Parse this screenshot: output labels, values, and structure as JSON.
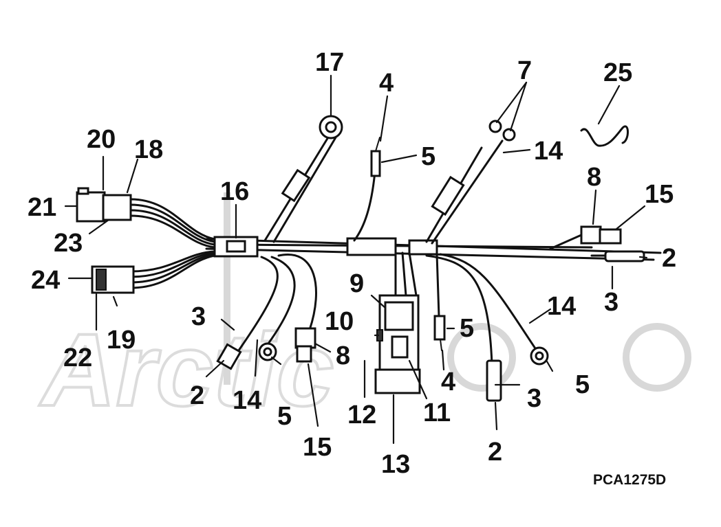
{
  "diagram": {
    "callouts": [
      {
        "id": "c17",
        "text": "17"
      },
      {
        "id": "c4a",
        "text": "4"
      },
      {
        "id": "c7",
        "text": "7"
      },
      {
        "id": "c25",
        "text": "25"
      },
      {
        "id": "c20",
        "text": "20"
      },
      {
        "id": "c18",
        "text": "18"
      },
      {
        "id": "c5a",
        "text": "5"
      },
      {
        "id": "c14a",
        "text": "14"
      },
      {
        "id": "c21",
        "text": "21"
      },
      {
        "id": "c16",
        "text": "16"
      },
      {
        "id": "c8a",
        "text": "8"
      },
      {
        "id": "c15a",
        "text": "15"
      },
      {
        "id": "c23",
        "text": "23"
      },
      {
        "id": "c2a",
        "text": "2"
      },
      {
        "id": "c24",
        "text": "24"
      },
      {
        "id": "c3a",
        "text": "3"
      },
      {
        "id": "c9",
        "text": "9"
      },
      {
        "id": "c14b",
        "text": "14"
      },
      {
        "id": "c3b",
        "text": "3"
      },
      {
        "id": "c10",
        "text": "10"
      },
      {
        "id": "c5b",
        "text": "5"
      },
      {
        "id": "c19",
        "text": "19"
      },
      {
        "id": "c8b",
        "text": "8"
      },
      {
        "id": "c22",
        "text": "22"
      },
      {
        "id": "c4b",
        "text": "4"
      },
      {
        "id": "c5c",
        "text": "5"
      },
      {
        "id": "c2b",
        "text": "2"
      },
      {
        "id": "c14c",
        "text": "14"
      },
      {
        "id": "c3c",
        "text": "3"
      },
      {
        "id": "c5d",
        "text": "5"
      },
      {
        "id": "c11",
        "text": "11"
      },
      {
        "id": "c12",
        "text": "12"
      },
      {
        "id": "c15b",
        "text": "15"
      },
      {
        "id": "c2c",
        "text": "2"
      },
      {
        "id": "c13",
        "text": "13"
      }
    ],
    "figure_code": "PCA1275D",
    "watermark_text": "Arctic",
    "colors": {
      "ink": "#111111",
      "watermark": "#d8d8d8",
      "background": "#ffffff"
    }
  }
}
